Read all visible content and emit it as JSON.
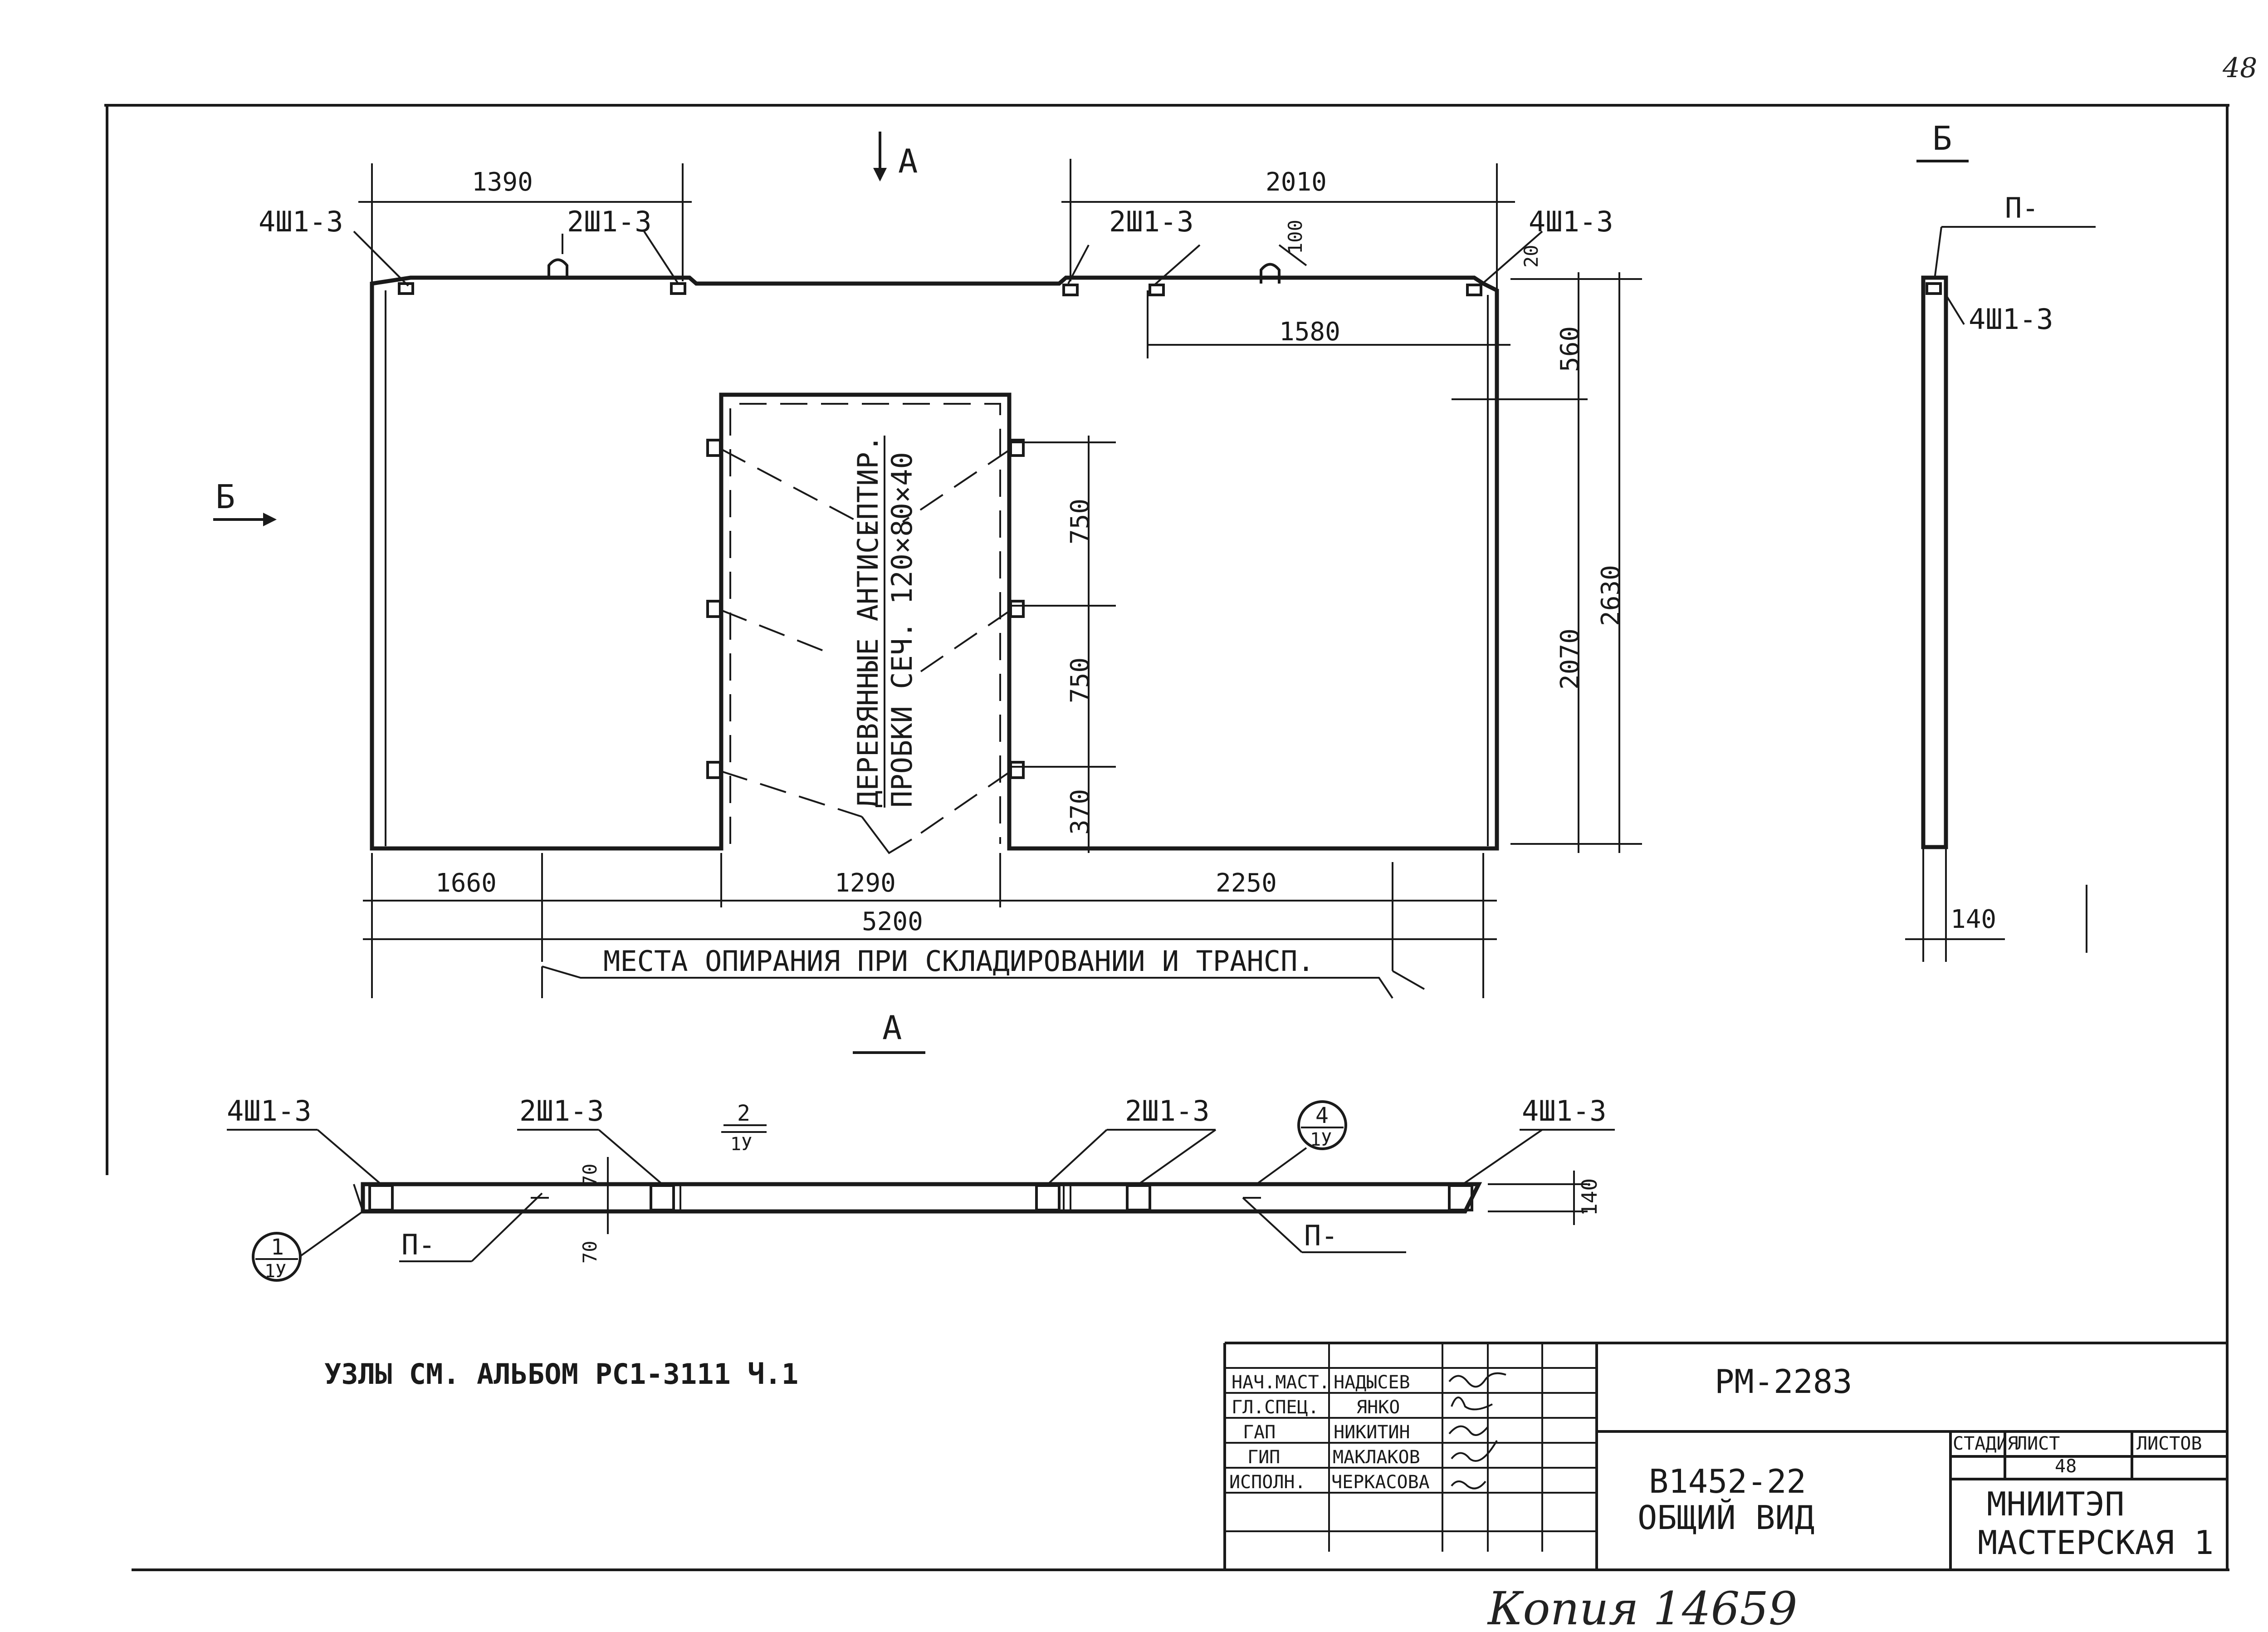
{
  "page": {
    "sheet_corner": "48",
    "bottom_handwriting": "Копия 14659"
  },
  "main_view": {
    "section_marker_a": "A",
    "section_label_a": "A",
    "section_marker_b": "Б",
    "dimensions": {
      "d_1390": "1390",
      "d_2010": "2010",
      "d_100": "100",
      "d_20": "20",
      "d_1580": "1580",
      "d_560": "560",
      "d_2630": "2630",
      "d_2070": "2070",
      "d_750_a": "750",
      "d_750_b": "750",
      "d_370": "370",
      "d_1660": "1660",
      "d_1290": "1290",
      "d_2250": "2250",
      "d_5200": "5200"
    },
    "labels": {
      "l_4sh_left": "4Ш1-3",
      "l_2sh_left": "2Ш1-3",
      "l_2sh_right": "2Ш1-3",
      "l_4sh_right": "4Ш1-3"
    },
    "wood_note_line1": "ДЕРЕВЯННЫЕ АНТИСЕПТИР.",
    "wood_note_line2": "ПРОБКИ СЕЧ. 120×80×40",
    "support_note": "МЕСТА ОПИРАНИЯ ПРИ СКЛАДИРОВАНИИ И ТРАНСП."
  },
  "side_view": {
    "title": "Б",
    "label_p": "П-",
    "label_4sh": "4Ш1-3",
    "dim_140": "140"
  },
  "plan_view": {
    "l_4sh_left": "4Ш1-3",
    "l_2sh_left": "2Ш1-3",
    "l_2sh_right": "2Ш1-3",
    "l_4sh_right": "4Ш1-3",
    "node_2": {
      "num": "2",
      "den": "1У"
    },
    "node_4": {
      "num": "4",
      "den": "1У"
    },
    "node_1": {
      "num": "1",
      "den": "1У"
    },
    "p_left": "П-",
    "p_right": "П-",
    "dim_70_top": "70",
    "dim_70_bot": "70",
    "dim_140": "140"
  },
  "note": "УЗЛЫ СМ. АЛЬБОМ РС1-3111 Ч.1",
  "title_block": {
    "roles": [
      "НАЧ.МАСТ.",
      "ГЛ.СПЕЦ.",
      "ГАП",
      "ГИП",
      "ИСПОЛН."
    ],
    "names": [
      "НАДЫСЕВ",
      "ЯНКО",
      "НИКИТИН",
      "МАКЛАКОВ",
      "ЧЕРКАСОВА"
    ],
    "code": "РМ-2283",
    "product": "В1452-22",
    "view_name": "ОБЩИЙ ВИД",
    "col_stage": "СТАДИЯ",
    "col_sheet": "ЛИСТ",
    "col_sheets": "ЛИСТОВ",
    "sheet_no": "48",
    "org_line1": "МНИИТЭП",
    "org_line2": "МАСТЕРСКАЯ 1"
  }
}
